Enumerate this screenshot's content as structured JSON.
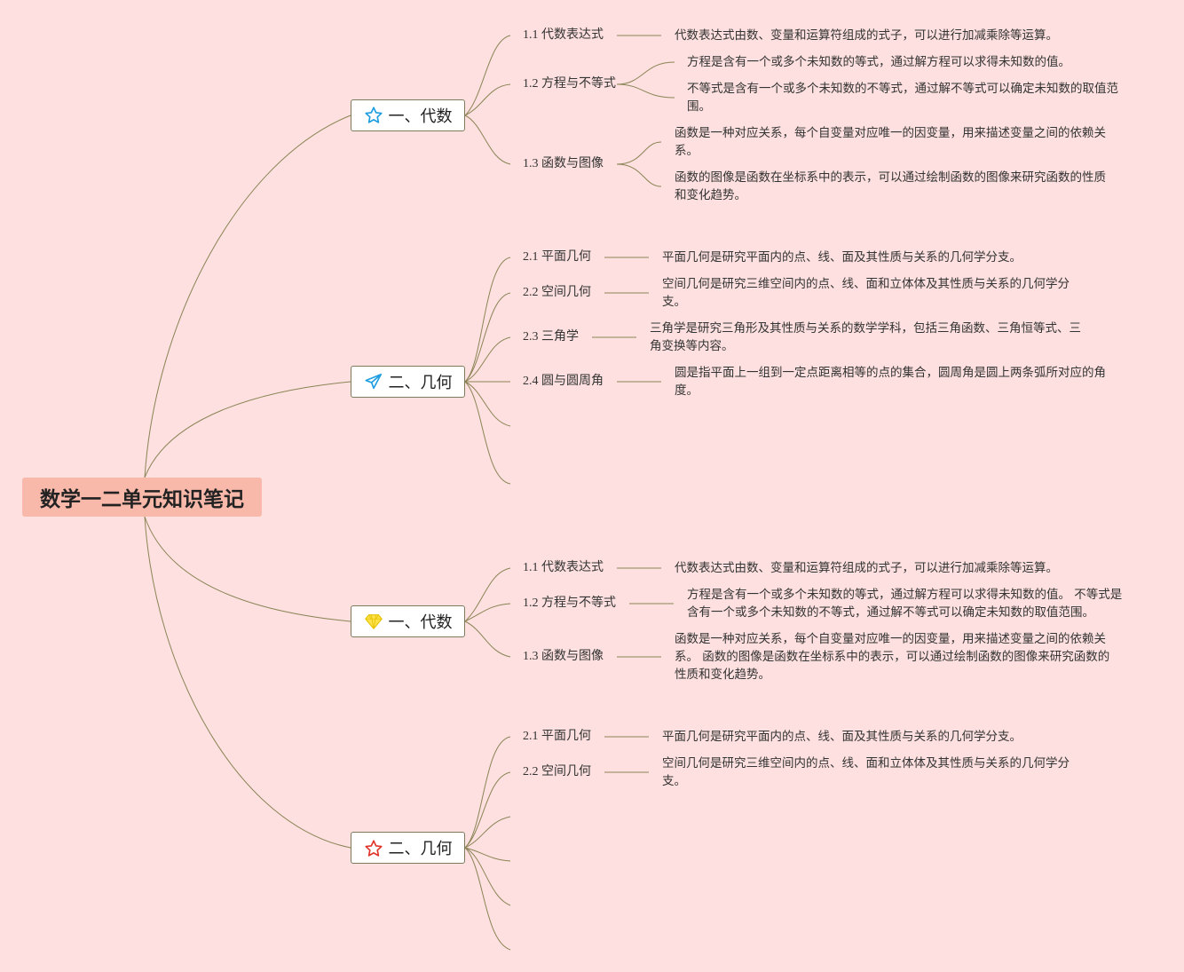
{
  "root": {
    "title": "数学一二单元知识笔记"
  },
  "colors": {
    "background": "#fde0df",
    "root_fill": "#f8b9ab",
    "line": "#8a8456"
  },
  "branches": [
    {
      "label": "一、代数",
      "icon": "star-outline-blue-icon",
      "subtopics": [
        {
          "label": "1.1 代数表达式",
          "notes": [
            "代数表达式由数、变量和运算符组成的式子，可以进行加减乘除等运算。"
          ]
        },
        {
          "label": "1.2 方程与不等式",
          "notes": [
            "方程是含有一个或多个未知数的等式，通过解方程可以求得未知数的值。",
            "不等式是含有一个或多个未知数的不等式，通过解不等式可以确定未知数的取值范围。"
          ]
        },
        {
          "label": "1.3 函数与图像",
          "notes": [
            "函数是一种对应关系，每个自变量对应唯一的因变量，用来描述变量之间的依赖关系。",
            "函数的图像是函数在坐标系中的表示，可以通过绘制函数的图像来研究函数的性质和变化趋势。"
          ]
        }
      ]
    },
    {
      "label": "二、几何",
      "icon": "paper-plane-icon",
      "subtopics": [
        {
          "label": "2.1 平面几何",
          "notes": [
            "平面几何是研究平面内的点、线、面及其性质与关系的几何学分支。"
          ]
        },
        {
          "label": "2.2 空间几何",
          "notes": [
            "空间几何是研究三维空间内的点、线、面和立体体及其性质与关系的几何学分支。"
          ]
        },
        {
          "label": "2.3 三角学",
          "notes": [
            "三角学是研究三角形及其性质与关系的数学学科，包括三角函数、三角恒等式、三角变换等内容。"
          ]
        },
        {
          "label": "2.4 圆与圆周角",
          "notes": [
            "圆是指平面上一组到一定点距离相等的点的集合，圆周角是圆上两条弧所对应的角度。"
          ]
        }
      ]
    },
    {
      "label": "一、代数",
      "icon": "diamond-icon",
      "subtopics": [
        {
          "label": "1.1 代数表达式",
          "notes": [
            "代数表达式由数、变量和运算符组成的式子，可以进行加减乘除等运算。"
          ]
        },
        {
          "label": "1.2 方程与不等式",
          "notes": [
            "方程是含有一个或多个未知数的等式，通过解方程可以求得未知数的值。 不等式是含有一个或多个未知数的不等式，通过解不等式可以确定未知数的取值范围。"
          ]
        },
        {
          "label": "1.3 函数与图像",
          "notes": [
            "函数是一种对应关系，每个自变量对应唯一的因变量，用来描述变量之间的依赖关系。 函数的图像是函数在坐标系中的表示，可以通过绘制函数的图像来研究函数的性质和变化趋势。"
          ]
        }
      ]
    },
    {
      "label": "二、几何",
      "icon": "star-outline-red-icon",
      "subtopics": [
        {
          "label": "2.1 平面几何",
          "notes": [
            "平面几何是研究平面内的点、线、面及其性质与关系的几何学分支。"
          ]
        },
        {
          "label": "2.2 空间几何",
          "notes": [
            "空间几何是研究三维空间内的点、线、面和立体体及其性质与关系的几何学分支。"
          ]
        }
      ]
    }
  ]
}
